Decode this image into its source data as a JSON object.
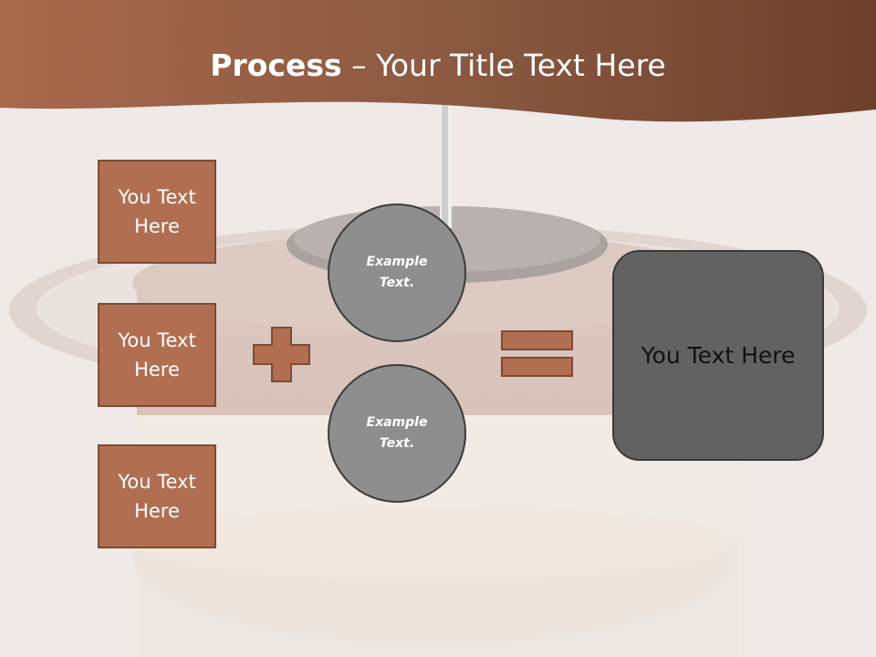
{
  "slide": {
    "title_bold": "Process",
    "title_rest": " – Your Title Text Here",
    "left_boxes": [
      "You Text Here",
      "You Text Here",
      "You Text Here"
    ],
    "circles": [
      "Example Text.",
      "Example Text."
    ],
    "result": "You Text Here"
  },
  "icons": {
    "plus": "plus-icon",
    "equals": "equals-icon"
  },
  "colors": {
    "header": "#8a5640",
    "box_fill": "#b26e51",
    "circle_fill": "#8e8e8e",
    "result_fill": "#626262"
  }
}
